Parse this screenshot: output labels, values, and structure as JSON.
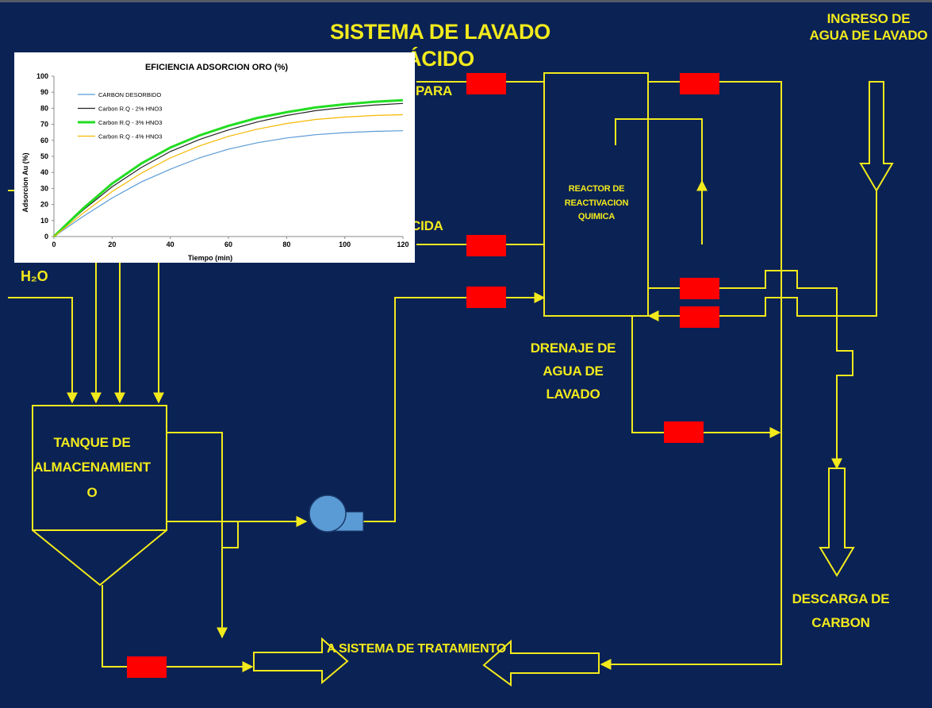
{
  "title": "SISTEMA DE LAVADO ÁCIDO",
  "labels": {
    "water_inlet": "INGRESO DE\nAGUA DE LAVADO",
    "line_para": "PARA",
    "line_acida": "CIDA",
    "h2o": "H₂O",
    "reactor": "REACTOR DE\nREACTIVACION\nQUIMICA",
    "drain": "DRENAJE  DE\nAGUA DE\nLAVADO",
    "tank": "TANQUE DE\nALMACENAMIENT\nO",
    "discharge": "DESCARGA DE\nCARBON",
    "treatment": "A SISTEMA DE TRATAMIENTO"
  },
  "colors": {
    "background": "#0b2255",
    "line": "#f2ea1c",
    "valve": "#ff0000",
    "pump": "#5b9bd5"
  },
  "icons": {
    "valve": "valve-icon",
    "pump": "pump-icon"
  },
  "chart_data": {
    "type": "line",
    "title": "EFICIENCIA  ADSORCION ORO (%)",
    "xlabel": "Tiempo (min)",
    "ylabel": "Adsorcion Au (%)",
    "xlim": [
      0,
      120
    ],
    "ylim": [
      0,
      100
    ],
    "xticks": [
      0,
      20,
      40,
      60,
      80,
      100,
      120
    ],
    "yticks": [
      0,
      10,
      20,
      30,
      40,
      50,
      60,
      70,
      80,
      90,
      100
    ],
    "grid": false,
    "legend_position": "top-left",
    "x": [
      0,
      10,
      20,
      30,
      40,
      50,
      60,
      70,
      80,
      90,
      100,
      110,
      120
    ],
    "series": [
      {
        "name": "CARBON DESORBIDO",
        "color": "#5b9bd5",
        "width": 1.2,
        "values": [
          0,
          12.5,
          24,
          34,
          42,
          49,
          54.5,
          58.5,
          61.5,
          63.5,
          64.8,
          65.6,
          66
        ]
      },
      {
        "name": "Carbon R.Q - 2% HNO3",
        "color": "#222222",
        "width": 1.2,
        "values": [
          0,
          16.5,
          31,
          43,
          53,
          60.5,
          66.5,
          71.5,
          75.5,
          78.5,
          80.5,
          82,
          83
        ]
      },
      {
        "name": "Carbon R.Q - 3% HNO3",
        "color": "#22dd22",
        "width": 3,
        "values": [
          0,
          17.5,
          33,
          45.5,
          55.5,
          63,
          69,
          74,
          77.5,
          80.5,
          82.5,
          84,
          85
        ]
      },
      {
        "name": "Carbon R.Q - 4% HNO3",
        "color": "#f5b800",
        "width": 1.2,
        "values": [
          0,
          14.5,
          28,
          39.5,
          49,
          56.5,
          62.5,
          67,
          70.5,
          73,
          74.5,
          75.5,
          76
        ]
      }
    ]
  }
}
